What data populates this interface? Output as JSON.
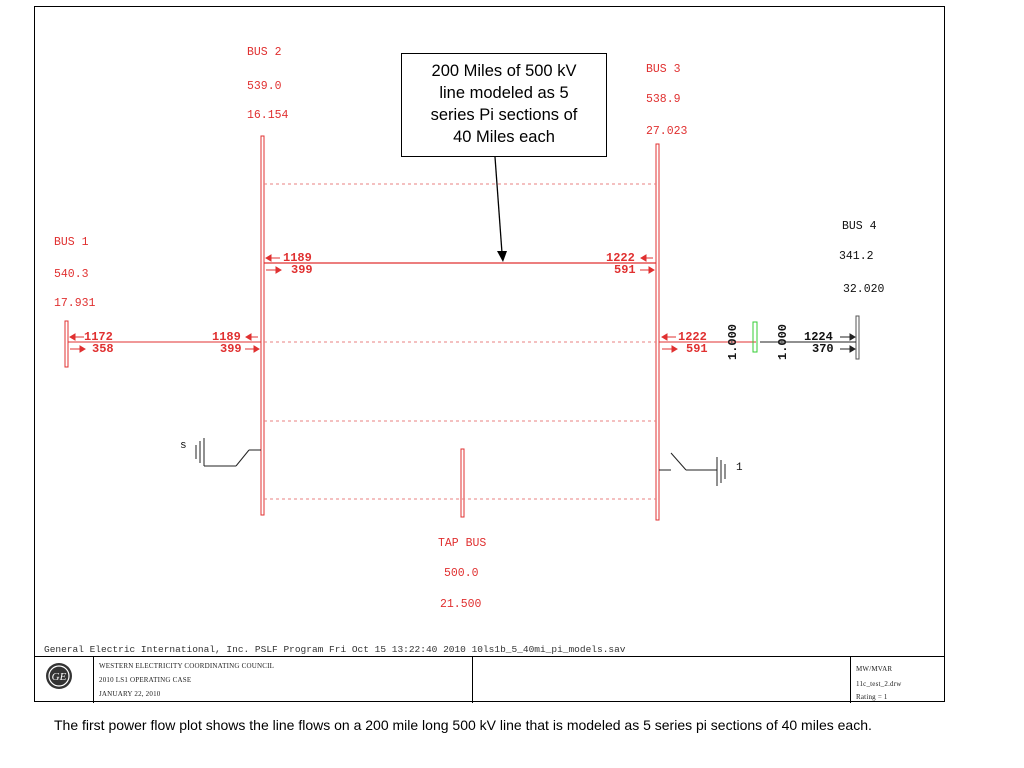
{
  "buses": {
    "bus1": {
      "name": "BUS 1",
      "voltage": "540.3",
      "angle": "17.931"
    },
    "bus2": {
      "name": "BUS 2",
      "voltage": "539.0",
      "angle": "16.154"
    },
    "bus3": {
      "name": "BUS 3",
      "voltage": "538.9",
      "angle": "27.023"
    },
    "bus4": {
      "name": "BUS 4",
      "voltage": "341.2",
      "angle": "32.020"
    },
    "tap": {
      "name": "TAP BUS",
      "voltage": "500.0",
      "angle": "21.500"
    }
  },
  "flows": {
    "b1_mw": "1172",
    "b1_mvar": "358",
    "b2_left_mw": "1189",
    "b2_left_mvar": "399",
    "b2_top_mw": "1189",
    "b2_top_mvar": "399",
    "b3_top_mw": "1222",
    "b3_top_mvar": "591",
    "b3_right_mw": "1222",
    "b3_right_mvar": "591",
    "b4_mw": "1224",
    "b4_mvar": "370",
    "tap1": "1.000",
    "tap2": "1.000"
  },
  "shunts": {
    "bus2_label": "s",
    "bus3_label": "1"
  },
  "callout": {
    "line1": "200 Miles of 500 kV",
    "line2": "line modeled as 5",
    "line3": "series Pi sections of",
    "line4": "40 Miles each"
  },
  "footer": {
    "program_line": "General Electric International, Inc.  PSLF Program   Fri Oct 15 13:22:40 2010   10ls1b_5_40mi_pi_models.sav",
    "council": "WESTERN ELECTRICITY COORDINATING COUNCIL",
    "case": "2010 LS1 OPERATING CASE",
    "date": "JANUARY 22, 2010",
    "units": "MW/MVAR",
    "drawing": "11c_test_2.drw",
    "rating": "Rating =    1"
  },
  "caption": "The first power flow plot shows the line flows on a 200 mile long 500 kV line that is modeled as 5 series pi sections of 40 miles each.",
  "colors": {
    "bus": "#e03030",
    "line": "#e03030",
    "dashed": "#e88080",
    "text": "#111111",
    "xfmr_green": "#33cc33"
  }
}
